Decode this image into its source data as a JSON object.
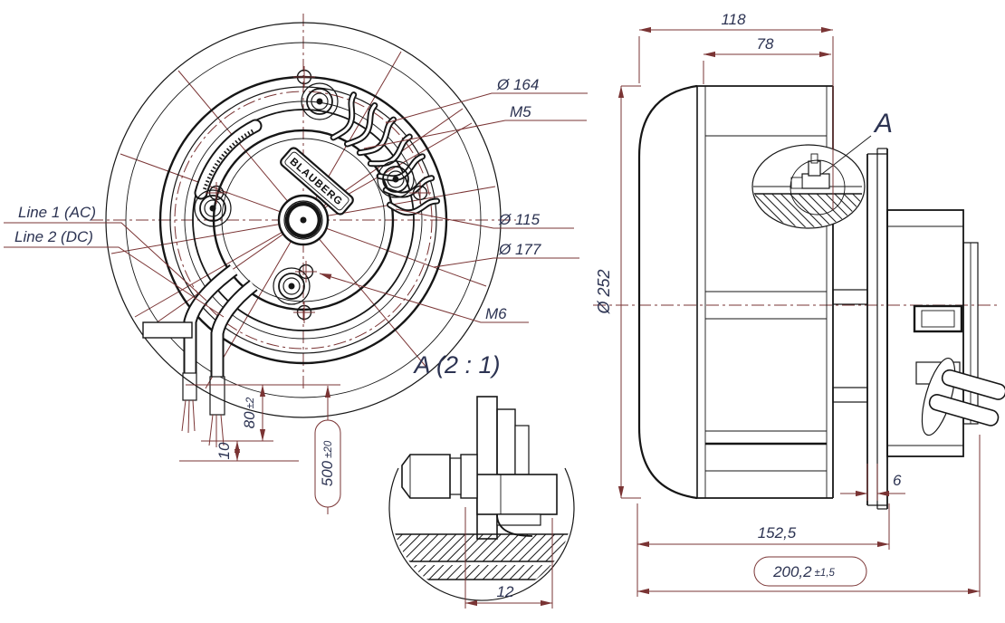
{
  "front": {
    "logo": "BLAUBERG",
    "leaders": {
      "dia164": "Ø 164",
      "m5": "M5",
      "dia115": "Ø 115",
      "dia177": "Ø 177",
      "m6": "M6"
    },
    "cables": {
      "line1": "Line 1 (AC)",
      "line2": "Line 2 (DC)"
    },
    "dims": {
      "offset": {
        "value": "80",
        "tol": "±2"
      },
      "strip": "10",
      "length": {
        "value": "500",
        "tol": "±20"
      }
    }
  },
  "detail": {
    "title": "A (2 : 1)",
    "width": "12"
  },
  "side": {
    "total_depth": "118",
    "impeller_depth": "78",
    "marker": "A",
    "diameter": "Ø 252",
    "gap": "6",
    "body_length": "152,5",
    "overall": {
      "value": "200,2",
      "tol": "±1,5"
    }
  },
  "colors": {
    "line": "#161616",
    "dimension": "#7a3434",
    "text": "#2c3352"
  }
}
